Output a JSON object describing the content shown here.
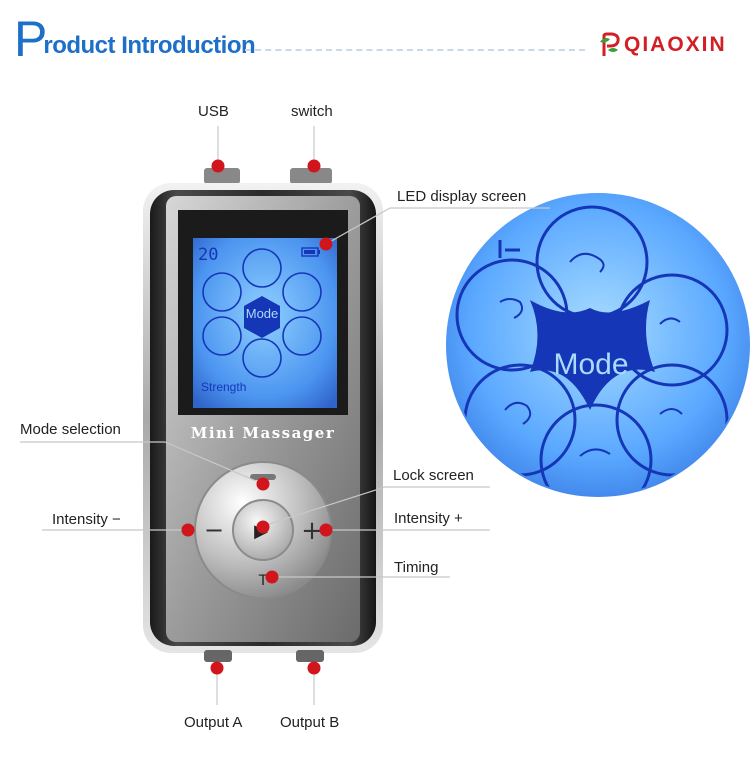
{
  "header": {
    "title_initial": "P",
    "title_rest": "roduct Introduction",
    "brand_name": "QIAOXIN",
    "brand_logo_icon": "leaf-p-logo-icon"
  },
  "device": {
    "name_label": "Mini Massager",
    "screen": {
      "timer_value": "20",
      "center_label": "Mode",
      "bottom_label": "Strength",
      "battery_icon": "battery-icon"
    },
    "buttons": {
      "minus_symbol": "−",
      "plus_symbol": "+",
      "play_symbol": "▶",
      "timing_symbol": "T"
    }
  },
  "zoom_view": {
    "center_label": "Mode"
  },
  "callouts": {
    "usb": "USB",
    "switch": "switch",
    "led": "LED display screen",
    "mode_selection": "Mode selection",
    "lock_screen": "Lock screen",
    "intensity_minus": "Intensity −",
    "intensity_plus": "Intensity +",
    "timing": "Timing",
    "output_a": "Output A",
    "output_b": "Output B"
  },
  "colors": {
    "title_blue": "#1d6fc7",
    "brand_red": "#d21f25",
    "callout_red": "#d0161c",
    "screen_blue": "#5aa8ff",
    "screen_ink": "#1636b8"
  }
}
